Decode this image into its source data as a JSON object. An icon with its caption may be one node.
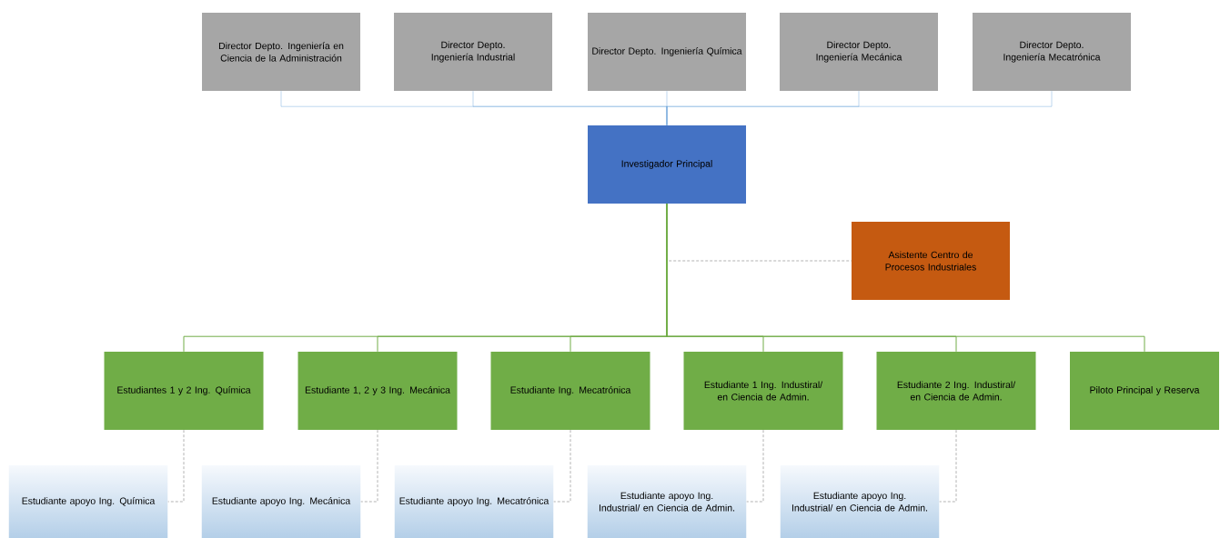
{
  "diagram": {
    "nodes": [
      {
        "text": [
          "Director Depto. Ingeniería en Ciencia de la Administración"
        ]
      },
      {
        "text": [
          "Director Depto. Ingeniería Industrial"
        ]
      },
      {
        "text": [
          "Director Depto. Ingeniería Química"
        ]
      },
      {
        "text": [
          "Director Depto. Ingeniería Mecánica"
        ]
      },
      {
        "text": [
          "Director Depto. Ingeniería Mecatrónica"
        ]
      },
      {
        "text": [
          "Investigador Principal"
        ]
      },
      {
        "text": [
          "Asistente Centro de Procesos Industriales"
        ]
      },
      {
        "text": [
          "Estudiantes 1 y 2 Ing. Química"
        ]
      },
      {
        "text": [
          "Estudiante 1, 2 y 3 Ing. Mecánica"
        ]
      },
      {
        "text": [
          "Estudiante Ing. Mecatrónica"
        ]
      },
      {
        "text": [
          "Estudiante 1 Ing. Industiral/ en Ciencia de Admin."
        ]
      },
      {
        "text": [
          "Estudiante 2 Ing. Industiral/ en Ciencia de Admin."
        ]
      },
      {
        "text": [
          "Piloto Principal y Reserva"
        ]
      },
      {
        "text": [
          "Estudiante apoyo Ing. Química"
        ]
      },
      {
        "text": [
          "Estudiante apoyo Ing. Mecánica"
        ]
      },
      {
        "text": [
          "Estudiante apoyo Ing. Mecatrónica"
        ]
      },
      {
        "text": [
          "Estudiante apoyo Ing. Industrial/ en Ciencia de Admin."
        ]
      },
      {
        "text": [
          "Estudiante apoyo Ing. Industrial/ en Ciencia de Admin."
        ]
      }
    ],
    "edges": [
      {
        "from": 0,
        "to": 5,
        "arrow": "none",
        "color": "#5b9bd5"
      },
      {
        "from": 1,
        "to": 5,
        "arrow": "none",
        "color": "#5b9bd5"
      },
      {
        "from": 2,
        "to": 5,
        "arrow": "none",
        "color": "#5b9bd5"
      },
      {
        "from": 3,
        "to": 5,
        "arrow": "none",
        "color": "#5b9bd5"
      },
      {
        "from": 4,
        "to": 5,
        "arrow": "none",
        "color": "#5b9bd5"
      },
      {
        "from": 5,
        "to": 6,
        "arrow": "none",
        "style": "dashed"
      },
      {
        "from": 5,
        "to": 7,
        "arrow": "none",
        "color": "#70ad47"
      },
      {
        "from": 5,
        "to": 8,
        "arrow": "none",
        "color": "#70ad47"
      },
      {
        "from": 5,
        "to": 9,
        "arrow": "none",
        "color": "#70ad47"
      },
      {
        "from": 5,
        "to": 10,
        "arrow": "none",
        "color": "#70ad47"
      },
      {
        "from": 5,
        "to": 11,
        "arrow": "none",
        "color": "#70ad47"
      },
      {
        "from": 5,
        "to": 12,
        "arrow": "none",
        "color": "#70ad47"
      },
      {
        "from": 7,
        "to": 13,
        "arrow": "none",
        "style": "dashed"
      },
      {
        "from": 8,
        "to": 14,
        "arrow": "none",
        "style": "dashed"
      },
      {
        "from": 9,
        "to": 15,
        "arrow": "none",
        "style": "dashed"
      },
      {
        "from": 10,
        "to": 16,
        "arrow": "none",
        "style": "dashed"
      },
      {
        "from": 11,
        "to": 17,
        "arrow": "none",
        "style": "dashed"
      }
    ]
  }
}
